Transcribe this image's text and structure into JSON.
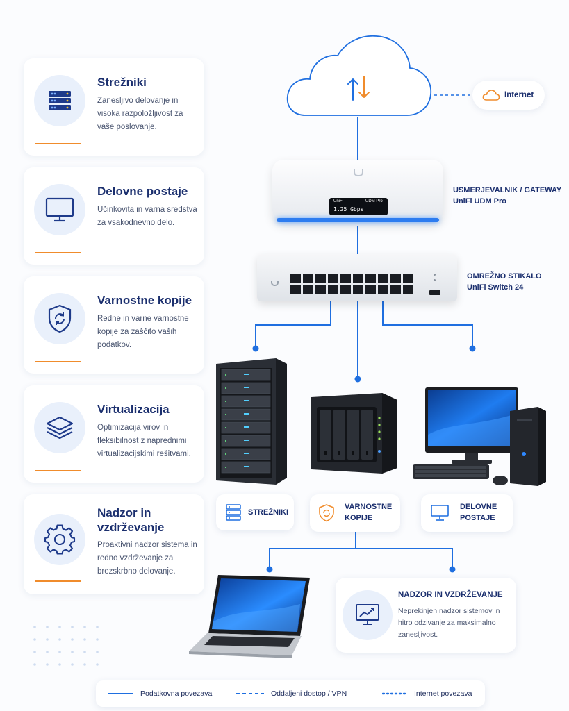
{
  "cards": [
    {
      "title": "Strežniki",
      "desc": "Zanesljivo delovanje in visoka razpoložljivost za vaše poslovanje.",
      "icon": "server-icon"
    },
    {
      "title": "Delovne postaje",
      "desc": "Učinkovita in varna sredstva za vsakodnevno delo.",
      "icon": "monitor-icon"
    },
    {
      "title": "Varnostne kopije",
      "desc": "Redne in varne varnostne kopije za zaščito vaših podatkov.",
      "icon": "shield-backup-icon"
    },
    {
      "title": "Virtualizacija",
      "desc": "Optimizacija virov in fleksibilnost z naprednimi virtualizacijskimi rešitvami.",
      "icon": "layers-icon"
    },
    {
      "title": "Nadzor in vzdrževanje",
      "desc": "Proaktivni nadzor sistema in redno vzdrževanje za brezskrbno delovanje.",
      "icon": "gear-icon"
    }
  ],
  "internet": {
    "label": "Internet"
  },
  "gateway": {
    "role": "USMERJEVALNIK / GATEWAY",
    "model": "UniFi UDM Pro",
    "screen_brand": "UniFi",
    "screen_model": "UDM Pro",
    "screen_speed": "1.25 Gbps"
  },
  "switch": {
    "role": "OMREŽNO STIKALO",
    "model": "UniFi Switch 24"
  },
  "devices": {
    "servers": "STREŽNIKI",
    "backups_line1": "VARNOSTNE",
    "backups_line2": "KOPIJE",
    "workstations_line1": "DELOVNE",
    "workstations_line2": "POSTAJE"
  },
  "monitoring": {
    "title": "NADZOR IN VZDRŽEVANJE",
    "desc": "Neprekinjen nadzor sistemov in hitro odzivanje za maksimalno zanesljivost."
  },
  "legend": {
    "solid": "Podatkovna povezava",
    "dashed": "Oddaljeni dostop / VPN",
    "dotted": "Internet povezava"
  },
  "colors": {
    "primary": "#1b2f6e",
    "link": "#1f6fe0",
    "accent": "#f08c2c"
  }
}
